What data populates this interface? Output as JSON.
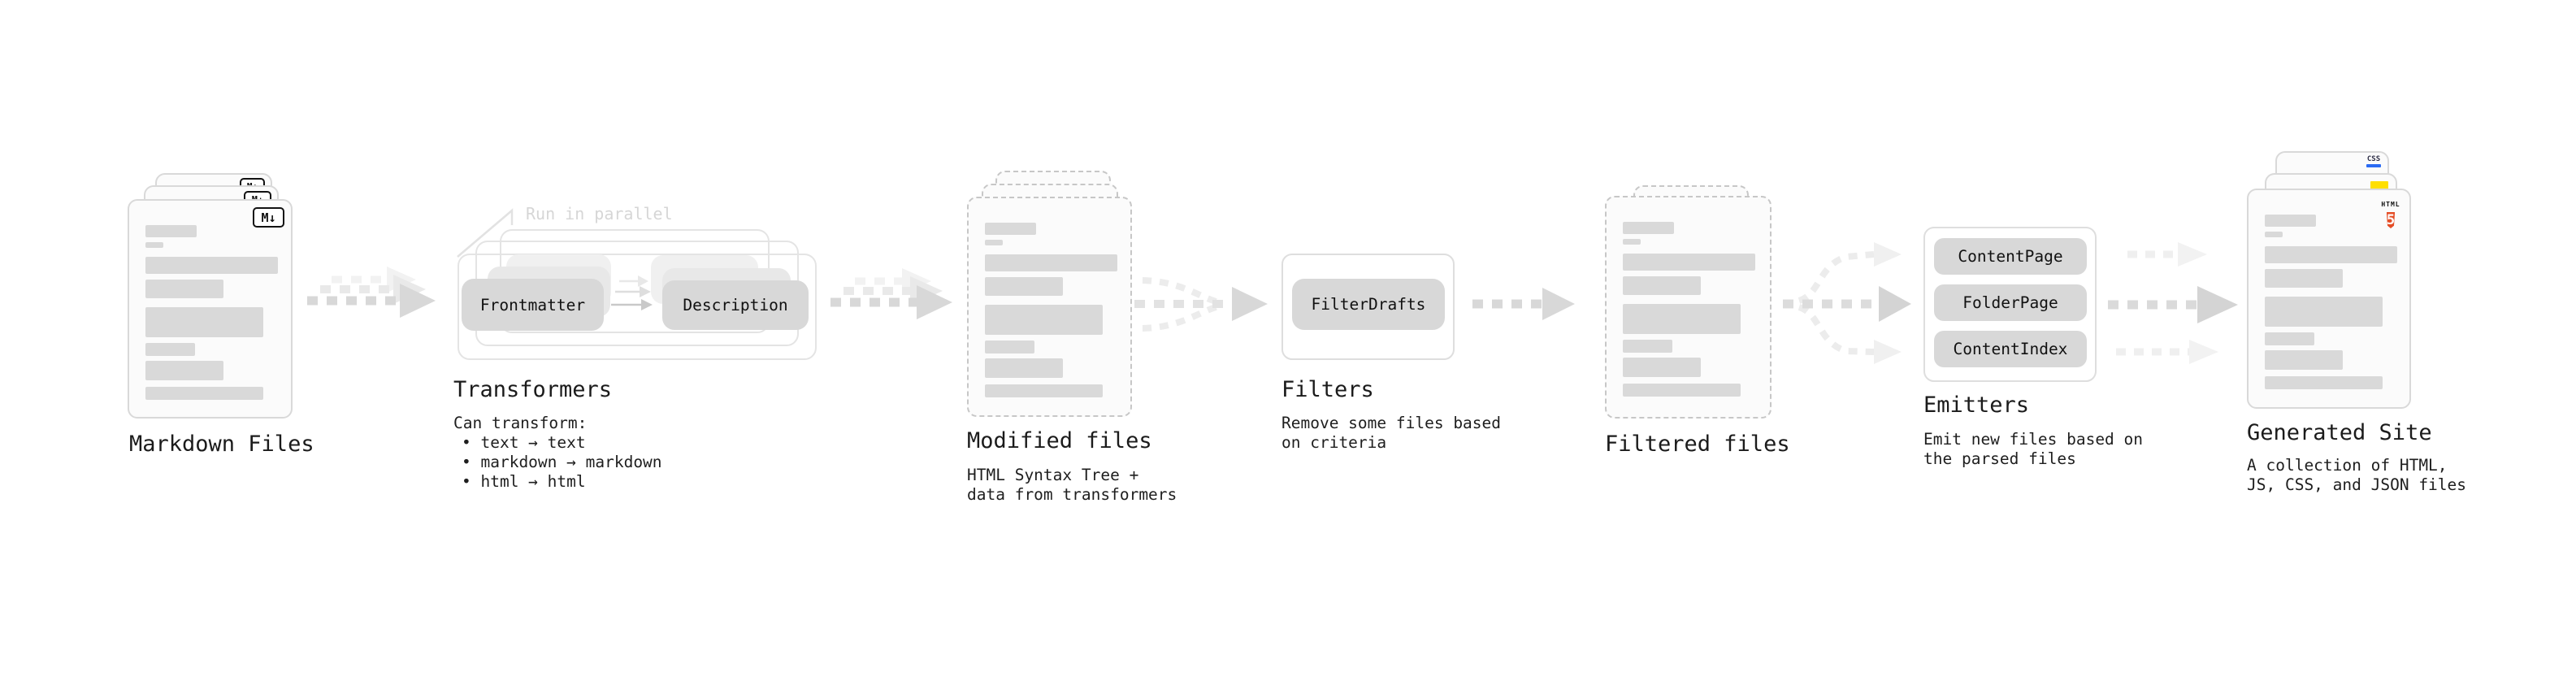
{
  "markdown": {
    "label": "Markdown Files",
    "badge": "M↓"
  },
  "transformers": {
    "title": "Transformers",
    "callout": "Run in parallel",
    "plugin_left": "Frontmatter",
    "plugin_right": "Description",
    "desc_heading": "Can transform:",
    "bullets": [
      "• text → text",
      "• markdown → markdown",
      "• html → html"
    ]
  },
  "modified": {
    "label": "Modified files",
    "desc_line1": "HTML Syntax Tree +",
    "desc_line2": "data from transformers"
  },
  "filters": {
    "title": "Filters",
    "plugin": "FilterDrafts",
    "desc_line1": "Remove some files based",
    "desc_line2": "on criteria"
  },
  "filtered": {
    "label": "Filtered files"
  },
  "emitters": {
    "title": "Emitters",
    "plugins": [
      "ContentPage",
      "FolderPage",
      "ContentIndex"
    ],
    "desc_line1": "Emit new files based on",
    "desc_line2": "the parsed files"
  },
  "generated": {
    "label": "Generated Site",
    "desc_line1": "A collection of HTML,",
    "desc_line2": "JS, CSS, and JSON files",
    "html5_word": "HTML",
    "html5_number": "5",
    "css_badge": "CSS"
  },
  "colors": {
    "html5_orange": "#e44d26",
    "js_yellow": "#ffdf00",
    "css_blue": "#2b6bf3",
    "placeholder_gray": "#d9d9d9",
    "arrow_gray": "#d8d8d8",
    "callout_gray": "#d6d6d6"
  }
}
